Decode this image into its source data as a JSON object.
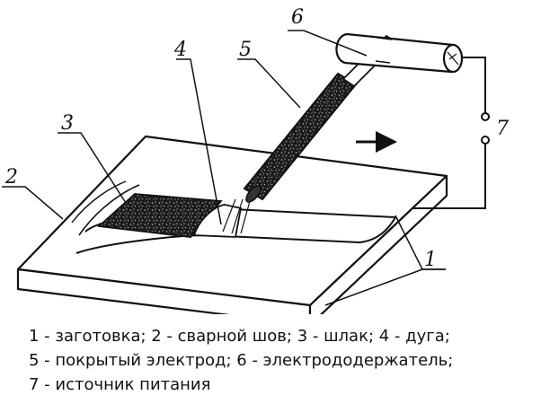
{
  "labels": {
    "workpiece": "1",
    "weld_seam": "2",
    "slag": "3",
    "arc": "4",
    "electrode": "5",
    "holder": "6",
    "power_source": "7"
  },
  "caption": {
    "line1": "1 - заготовка; 2 - сварной шов; 3 - шлак; 4 - дуга;",
    "line2": "5 - покрытый электрод; 6 - электрододержатель;",
    "line3": "7 - источник питания"
  }
}
